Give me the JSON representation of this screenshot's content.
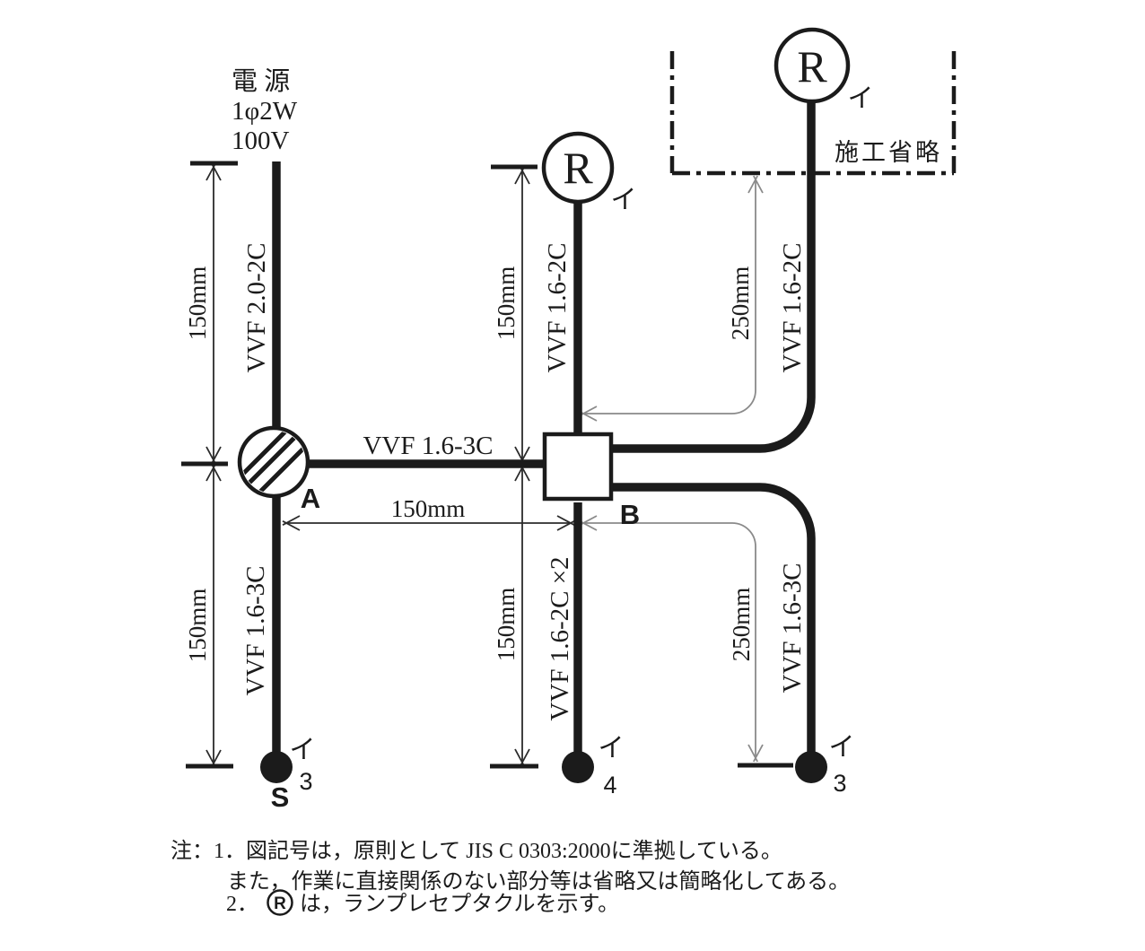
{
  "diagram": {
    "power": {
      "label": "電 源",
      "spec": "1φ2W",
      "voltage": "100V"
    },
    "symbols": {
      "receptacle": "R",
      "box_a": "A",
      "box_b": "B",
      "switch": "S",
      "kana_i": "イ",
      "count_3": "3",
      "count_4": "4",
      "omitted": "施工省略"
    },
    "cables": {
      "vvf20_2c": "VVF 2.0-2C",
      "vvf16_3c": "VVF 1.6-3C",
      "vvf16_2c": "VVF 1.6-2C",
      "vvf16_2c_x2": "VVF 1.6-2C ×2"
    },
    "dims": {
      "d150": "150mm",
      "d250": "250mm"
    },
    "notes": {
      "line1": "注：1．図記号は，原則として JIS C 0303:2000に準拠している。",
      "line2": "また，作業に直接関係のない部分等は省略又は簡略化してある。",
      "line3_prefix": "2．",
      "line3_symbol": "R",
      "line3_suffix": "は，ランプレセプタクルを示す。"
    }
  }
}
